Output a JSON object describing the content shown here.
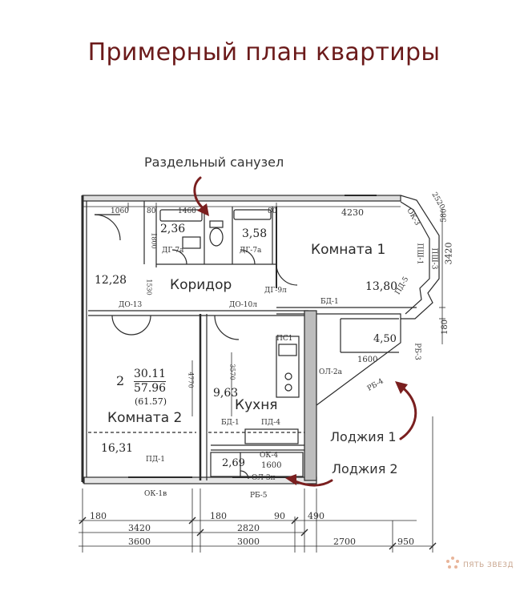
{
  "title": "Примерный план квартиры",
  "rooms": {
    "room1": "Комната 1",
    "corridor": "Коридор",
    "kitchen": "Кухня",
    "room2": "Комната 2"
  },
  "callouts": {
    "bathroom": "Раздельный санузел",
    "loggia1": "Лоджия 1",
    "loggia2": "Лоджия 2"
  },
  "areas": {
    "bath": "2,36",
    "wc": "3,58",
    "hall": "12,28",
    "room1": "13,80",
    "loggia1": "4,50",
    "kitchen": "9,63",
    "room2": "16,31",
    "loggia2": "2,69",
    "total_living": "30.11",
    "total": "57.96",
    "total_with_loggia": "(61.57)",
    "rooms_count": "2"
  },
  "marks": {
    "dg7a_1": "ДГ-7а",
    "dg7a_2": "ДГ-7а",
    "dg9a": "ДГ-9л",
    "do13": "ДО-13",
    "do10": "ДО-10л",
    "bd1_top": "БД-1",
    "bd1_kit": "БД-1",
    "pd4": "ПД-4",
    "pd1": "ПД-1",
    "ok4": "ОК-4",
    "ok1v": "ОК-1в",
    "ol2a": "ОЛ-2а",
    "ol3n": "ОЛ-3н",
    "rb4": "РБ-4",
    "rb5": "РБ-5",
    "rb3": "РБ-3",
    "psh1": "ПШ-1",
    "psh3": "ПШ-3",
    "ok3": "ОК-3",
    "ps1": "ПС1",
    "pd5": "ПД-5"
  },
  "dims": {
    "d1060": "1060",
    "d80a": "80",
    "d1460": "1460",
    "d80b": "80",
    "d4230": "4230",
    "d1800": "1800",
    "d1530": "1530",
    "d4770": "4770",
    "d3570": "3570",
    "d3420r": "3420",
    "d180r": "180",
    "d1600a": "1600",
    "d1600b": "1600",
    "d2520": "2520",
    "d580": "580",
    "b180a": "180",
    "b3420": "3420",
    "b3600": "3600",
    "b180b": "180",
    "b2820": "2820",
    "b3000": "3000",
    "b90": "90",
    "b490": "490",
    "b2700": "2700",
    "b950": "950"
  },
  "brand": "ПЯТЬ ЗВЕЗД",
  "colors": {
    "title": "#6b1a1a",
    "arrow": "#7a1f1f",
    "line": "#2a2a2a"
  }
}
